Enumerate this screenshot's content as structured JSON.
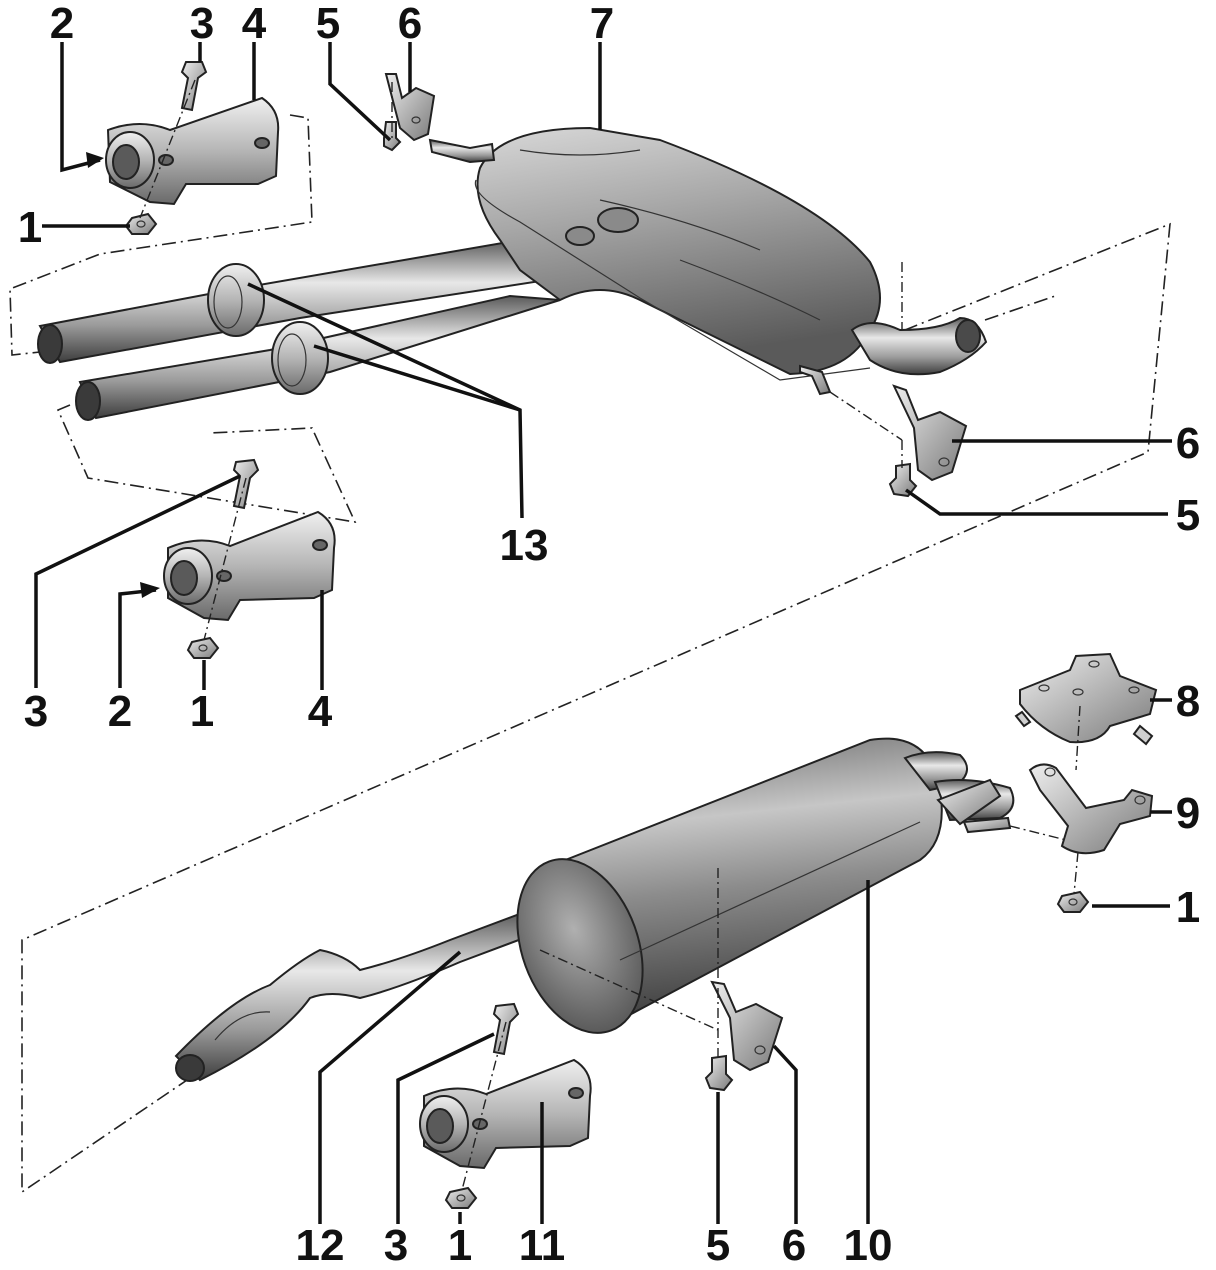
{
  "callouts": {
    "c1": "1",
    "c2": "2",
    "c3": "3",
    "c4": "4",
    "c5": "5",
    "c6": "6",
    "c7": "7",
    "c8": "8",
    "c9": "9",
    "c10": "10",
    "c11": "11",
    "c12": "12",
    "c13": "13"
  },
  "colors": {
    "ink": "#111111",
    "metal_light": "#e6e6e6",
    "metal_mid": "#9a9a9a",
    "metal_dark": "#4a4a4a",
    "background": "#ffffff"
  }
}
